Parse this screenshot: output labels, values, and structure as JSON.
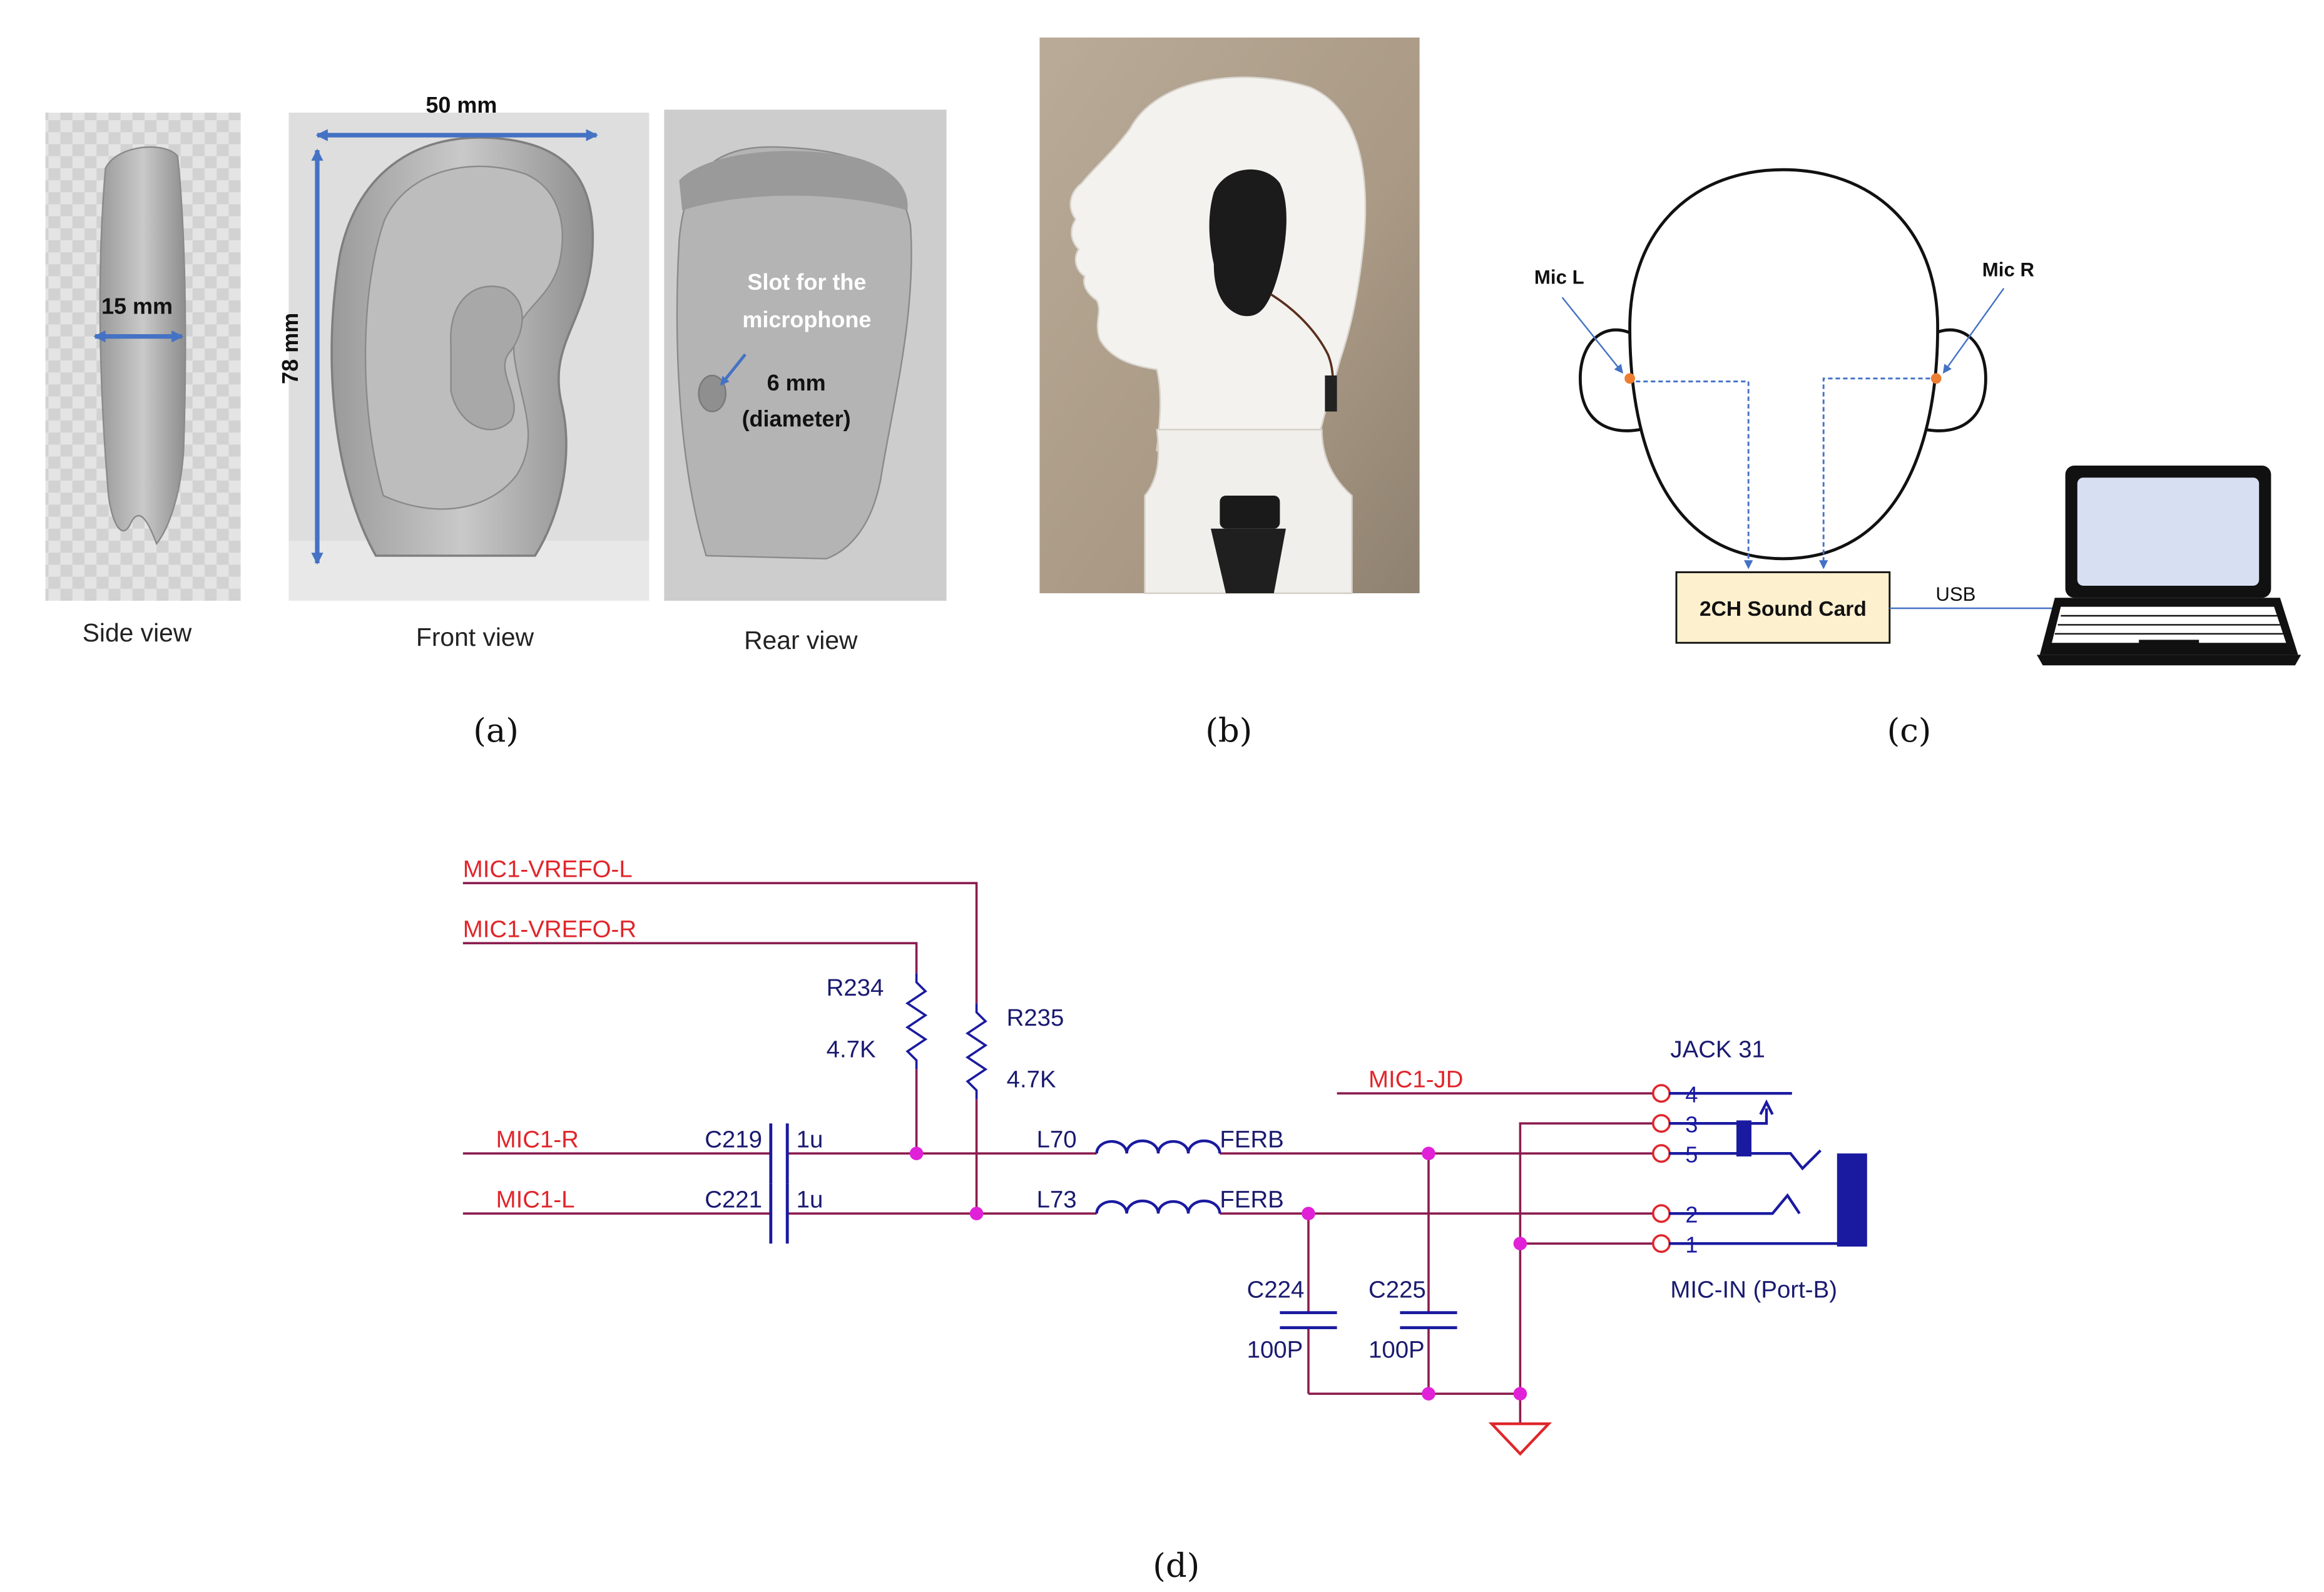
{
  "colors": {
    "arrow_blue": "#4472c4",
    "net_red": "#e0262b",
    "wire_maroon": "#8b1d4f",
    "schematic_blue": "#1a1aa0",
    "junction_magenta": "#e021d8",
    "sound_card_fill": "#fdf0cf",
    "screen_fill": "#d7e0f3",
    "mic_orange": "#ed7d31"
  },
  "panel_a": {
    "label": "(a)",
    "side_view": {
      "caption": "Side view",
      "thickness_label": "15 mm"
    },
    "front_view": {
      "caption": "Front view",
      "width_label": "50 mm",
      "height_label": "78 mm"
    },
    "rear_view": {
      "caption": "Rear view",
      "slot_label_line1": "Slot for the",
      "slot_label_line2": "microphone",
      "diameter_line1": "6 mm",
      "diameter_line2": "(diameter)"
    }
  },
  "panel_b": {
    "label": "(b)"
  },
  "panel_c": {
    "label": "(c)",
    "mic_left": "Mic L",
    "mic_right": "Mic R",
    "sound_card": "2CH Sound Card",
    "usb": "USB"
  },
  "panel_d": {
    "label": "(d)",
    "nets": {
      "vrefo_l": "MIC1-VREFO-L",
      "vrefo_r": "MIC1-VREFO-R",
      "mic_r": "MIC1-R",
      "mic_l": "MIC1-L",
      "jd": "MIC1-JD"
    },
    "components": {
      "r234": "R234",
      "r234_value": "4.7K",
      "r235": "R235",
      "r235_value": "4.7K",
      "c219": "C219",
      "c219_value": "1u",
      "c221": "C221",
      "c221_value": "1u",
      "l70": "L70",
      "l70_type": "FERB",
      "l73": "L73",
      "l73_type": "FERB",
      "c224": "C224",
      "c224_value": "100P",
      "c225": "C225",
      "c225_value": "100P"
    },
    "jack": {
      "name": "JACK 31",
      "port": "MIC-IN (Port-B)",
      "pins": [
        "4",
        "3",
        "5",
        "2",
        "1"
      ]
    }
  }
}
